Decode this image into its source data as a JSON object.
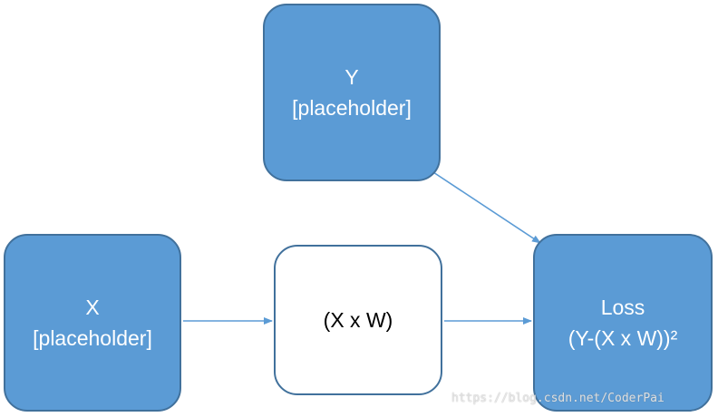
{
  "nodes": {
    "y": {
      "line1": "Y",
      "line2": "[placeholder]"
    },
    "x": {
      "line1": "X",
      "line2": "[placeholder]"
    },
    "xw": {
      "line1": "(X x W)"
    },
    "loss": {
      "line1": "Loss",
      "line2": "(Y-(X x W))²"
    }
  },
  "edges": [
    {
      "from": "Y [placeholder]",
      "to": "Loss"
    },
    {
      "from": "X [placeholder]",
      "to": "(X x W)"
    },
    {
      "from": "(X x W)",
      "to": "Loss"
    }
  ],
  "colors": {
    "node_fill": "#5b9bd5",
    "node_border": "#41719c",
    "arrow": "#5b9bd5"
  },
  "watermark": "https://blog.csdn.net/CoderPai"
}
